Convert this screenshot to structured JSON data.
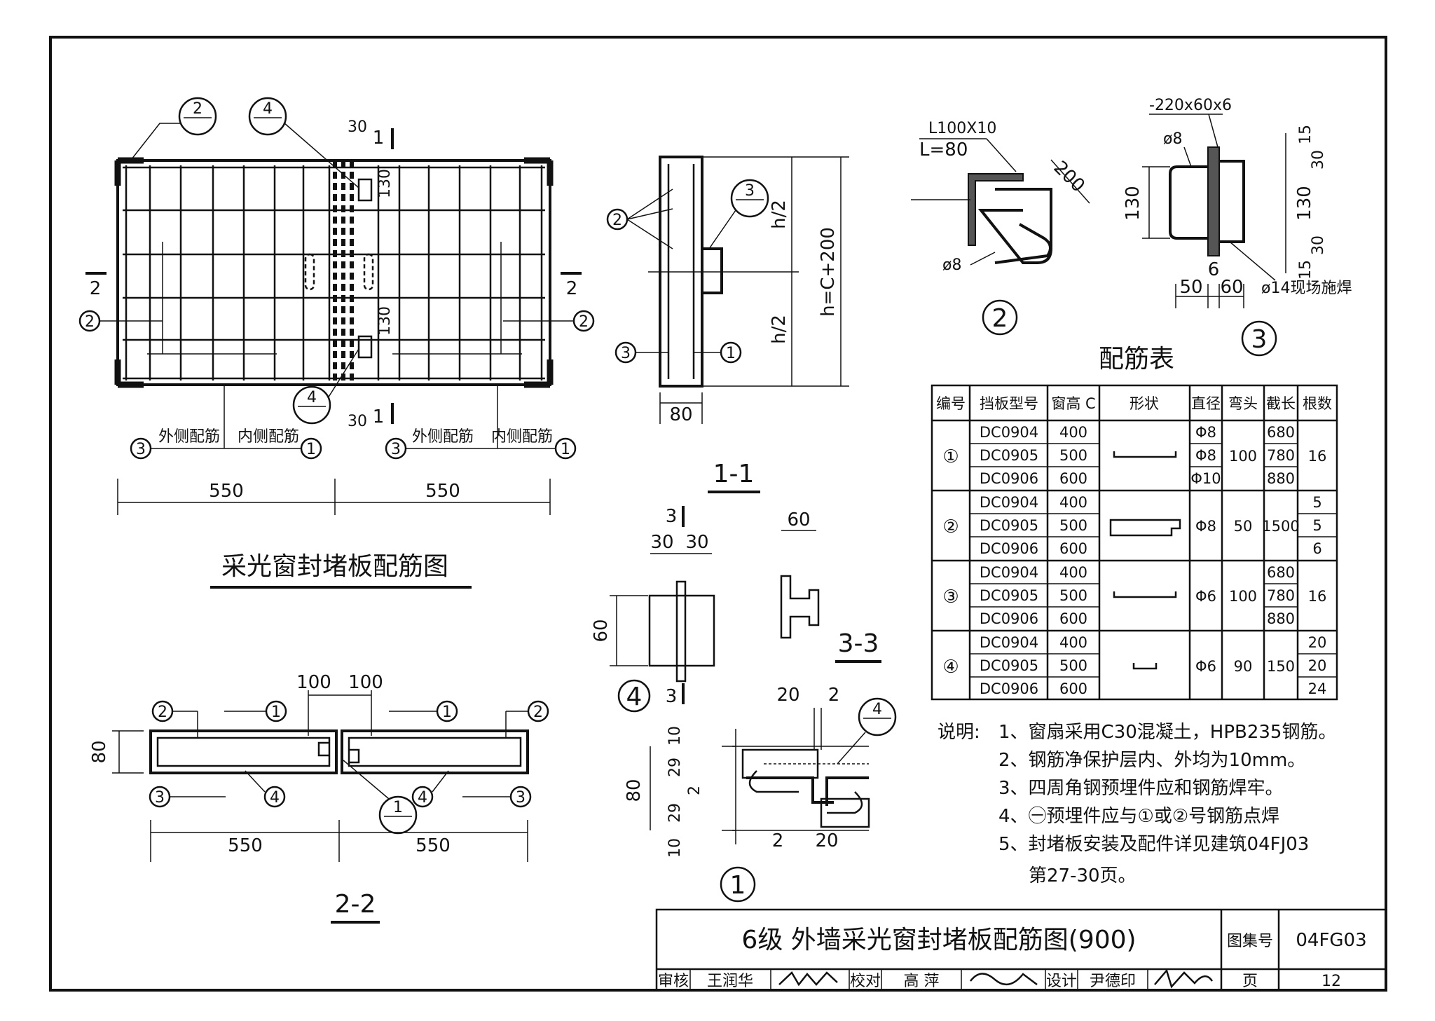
{
  "title": "采光窗封堵板配筋图",
  "section_labels": {
    "s11": "1-1",
    "s22": "2-2",
    "s33": "3-3",
    "cut1": "1",
    "cut2": "2",
    "cut3": "3"
  },
  "detail_numbers": {
    "n1": "1",
    "n2": "2",
    "n3": "3",
    "n4": "4"
  },
  "plan_labels": {
    "outer": "外侧配筋",
    "inner": "内侧配筋"
  },
  "dims": {
    "d550": "550",
    "d30": "30",
    "d130": "130",
    "d80": "80",
    "d60": "60",
    "d100": "100",
    "d20": "20",
    "d2": "2",
    "d29": "29",
    "d10": "10",
    "d200": "200",
    "d50": "50",
    "d6": "6",
    "d15": "15",
    "h2": "h/2",
    "hc": "h=C+200"
  },
  "detail2": {
    "angle": "L100X10",
    "length": "L=80",
    "bar": "ø8"
  },
  "detail3": {
    "plate": "-220x60x6",
    "bar": "ø8",
    "weld": "ø14现场施焊"
  },
  "rebar_table": {
    "title": "配筋表",
    "headers": [
      "编号",
      "挡板型号",
      "窗高 C",
      "形状",
      "直径",
      "弯头",
      "截长",
      "根数"
    ],
    "groups": [
      {
        "no": "①",
        "rows": [
          [
            "DC0904",
            "400",
            "Φ8",
            "680"
          ],
          [
            "DC0905",
            "500",
            "Φ8",
            "780"
          ],
          [
            "DC0906",
            "600",
            "Φ10",
            "880"
          ]
        ],
        "bend": "100",
        "count": "16"
      },
      {
        "no": "②",
        "rows": [
          [
            "DC0904",
            "400",
            "",
            "",
            "5"
          ],
          [
            "DC0905",
            "500",
            "",
            "",
            "5"
          ],
          [
            "DC0906",
            "600",
            "",
            "",
            "6"
          ]
        ],
        "dia": "Φ8",
        "bend": "50",
        "len": "1500"
      },
      {
        "no": "③",
        "rows": [
          [
            "DC0904",
            "400",
            "680"
          ],
          [
            "DC0905",
            "500",
            "780"
          ],
          [
            "DC0906",
            "600",
            "880"
          ]
        ],
        "dia": "Φ6",
        "bend": "100",
        "count": "16"
      },
      {
        "no": "④",
        "rows": [
          [
            "DC0904",
            "400",
            "20"
          ],
          [
            "DC0905",
            "500",
            "20"
          ],
          [
            "DC0906",
            "600",
            "24"
          ]
        ],
        "dia": "Φ6",
        "bend": "90",
        "len": "150"
      }
    ]
  },
  "notes": {
    "label": "说明:",
    "items": [
      "1、窗扇采用C30混凝土，HPB235钢筋。",
      "2、钢筋净保护层内、外均为10mm。",
      "3、四周角钢预埋件应和钢筋焊牢。",
      "4、㊀预埋件应与①或②号钢筋点焊",
      "5、封堵板安装及配件详见建筑04FJ03",
      "第27-30页。"
    ]
  },
  "title_block": {
    "drawing_title": "6级  外墙采光窗封堵板配筋图(900)",
    "atlas_label": "图集号",
    "atlas_no": "04FG03",
    "review_label": "审核",
    "reviewer": "王润华",
    "check_label": "校对",
    "checker": "高 萍",
    "design_label": "设计",
    "designer": "尹德印",
    "page_label": "页",
    "page_no": "12"
  }
}
